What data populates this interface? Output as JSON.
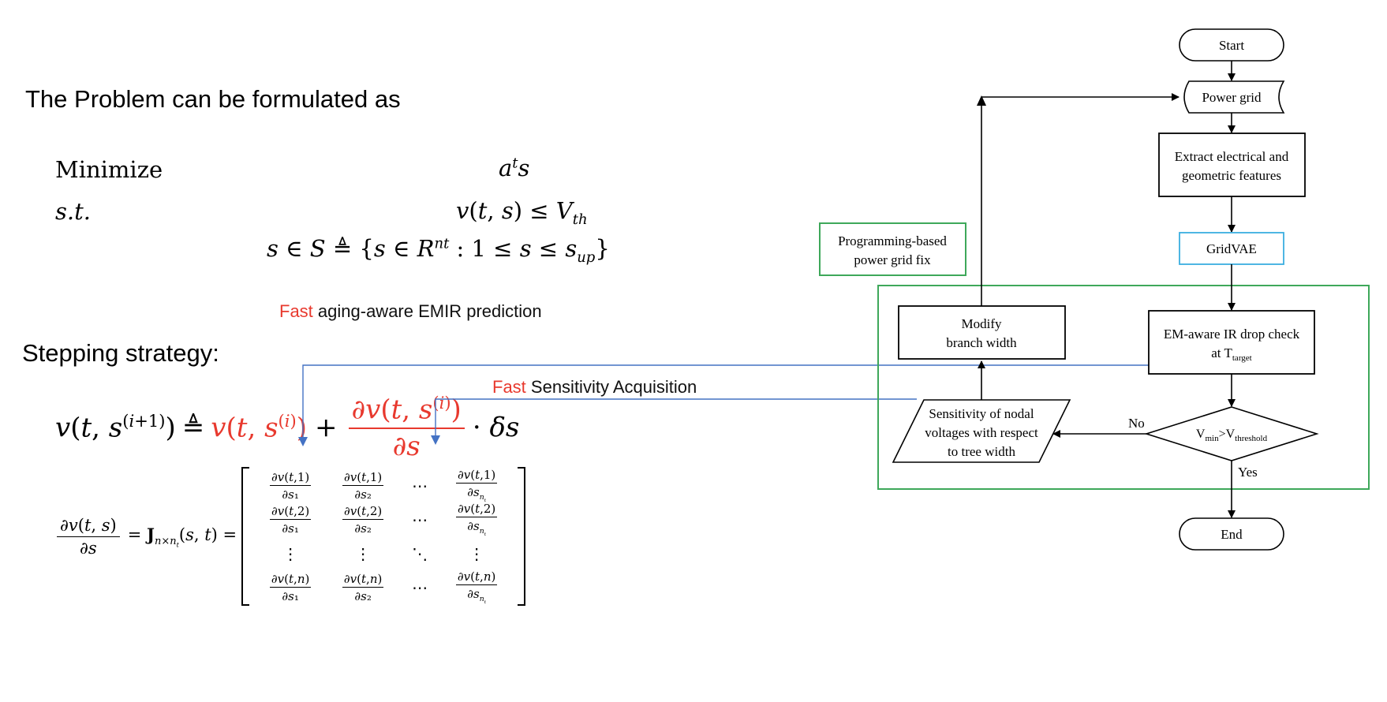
{
  "left": {
    "problem_heading": "The Problem can be formulated as",
    "formulation": {
      "minimize_label": "Minimize",
      "objective": "a^t s",
      "st_label": "s.t.",
      "constraint1": "v(t, s) ≤ V_th",
      "constraint2": "s ∈ S ≜ {s ∈ R^nt : 1 ≤ s ≤ s_up}"
    },
    "stepping_heading": "Stepping strategy:",
    "annotations": {
      "emir": {
        "highlight": "Fast",
        "rest": " aging-aware EMIR  prediction"
      },
      "sensitivity": {
        "highlight": "Fast",
        "rest": " Sensitivity Acquisition"
      }
    },
    "stepping_equation": {
      "lhs": "v(t, s^(i+1))",
      "defeq": "≜",
      "term1": "v(t, s^(i))",
      "plus": "+",
      "term2_num": "∂v(t, s^(i))",
      "term2_den": "∂s",
      "tail": "· δs"
    },
    "jacobian": {
      "lhs_num": "∂v(t, s)",
      "lhs_den": "∂s",
      "mid": "= J_{n×n_t}(s, t) =",
      "rows": [
        [
          {
            "num": "∂v(t,1)",
            "den": "∂s₁"
          },
          {
            "num": "∂v(t,1)",
            "den": "∂s₂"
          },
          {
            "dots": "⋯"
          },
          {
            "num": "∂v(t,1)",
            "den": "∂s_{n_t}"
          }
        ],
        [
          {
            "num": "∂v(t,2)",
            "den": "∂s₁"
          },
          {
            "num": "∂v(t,2)",
            "den": "∂s₂"
          },
          {
            "dots": "⋯"
          },
          {
            "num": "∂v(t,2)",
            "den": "∂s_{n_t}"
          }
        ],
        [
          {
            "dots": "⋮"
          },
          {
            "dots": "⋮"
          },
          {
            "dots": "⋱"
          },
          {
            "dots": "⋮"
          }
        ],
        [
          {
            "num": "∂v(t,n)",
            "den": "∂s₁"
          },
          {
            "num": "∂v(t,n)",
            "den": "∂s₂"
          },
          {
            "dots": "⋯"
          },
          {
            "num": "∂v(t,n)",
            "den": "∂s_{n_t}"
          }
        ]
      ]
    }
  },
  "flowchart": {
    "nodes": {
      "start": "Start",
      "power_grid": "Power grid",
      "extract_line1": "Extract electrical and",
      "extract_line2": "geometric features",
      "gridvae": "GridVAE",
      "em_check_line1": "EM-aware IR drop check",
      "em_check_line2_prefix": "at T",
      "em_check_line2_sub": "target",
      "decision_v1": "V",
      "decision_sub1": "min",
      "decision_gt": ">V",
      "decision_sub2": "threshold",
      "sensitivity_line1": "Sensitivity of nodal",
      "sensitivity_line2": "voltages with respect",
      "sensitivity_line3": "to tree width",
      "modify_line1": "Modify",
      "modify_line2": "branch width",
      "end": "End"
    },
    "edge_labels": {
      "no": "No",
      "yes": "Yes"
    },
    "legend": {
      "line1": "Programming-based",
      "line2": "power grid fix"
    },
    "colors": {
      "gridvae_border": "#3aaee0",
      "fix_frame": "#3ea85a",
      "annotation_arrow": "#4472c4",
      "highlight": "#e8392e"
    }
  }
}
